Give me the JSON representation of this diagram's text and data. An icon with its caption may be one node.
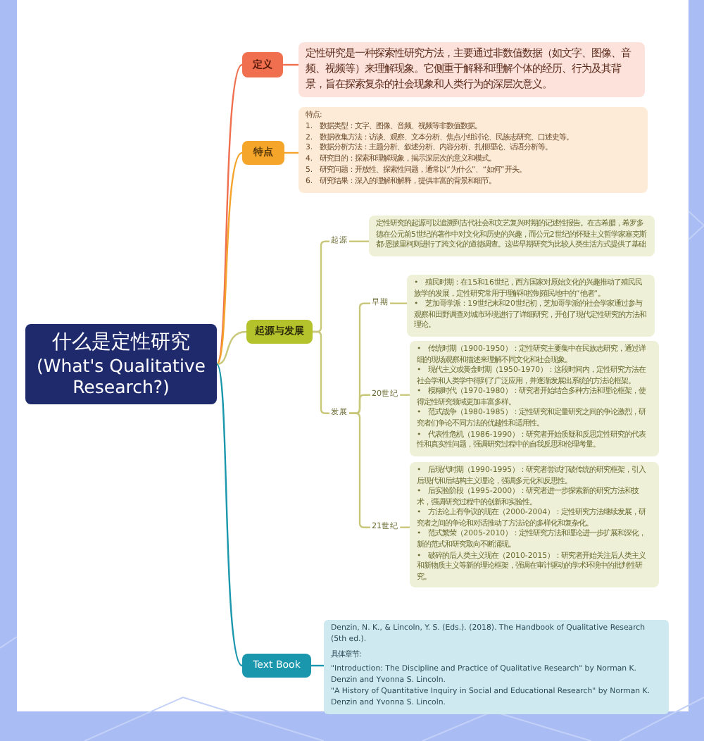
{
  "diagram": {
    "nodes": [
      {
        "text": [
          "什么是定性研究",
          "(What's Qualitative Research?)"
        ]
      },
      {
        "text": [
          "定义"
        ]
      },
      {
        "text": [
          "定性研究是一种探索性研究方法，主要通过非数值数据（如文字、图像、音频、视频等）来理解现象。它侧重于解释和理解个体的经历、行为及其背景，旨在探索复杂的社会现象和人类行为的深层次意义。"
        ]
      },
      {
        "text": [
          "特点"
        ]
      },
      {
        "text": [
          "特点:",
          "1.　数据类型：文字、图像、音频、视频等非数值数据。",
          "2.　数据收集方法：访谈、观察、文本分析、焦点小组讨论、民族志研究、口述史等。",
          "3.　数据分析方法：主题分析、叙述分析、内容分析、扎根理论、话语分析等。",
          "4.　研究目的：探索和理解现象，揭示深层次的意义和模式。",
          "5.　研究问题：开放性、探索性问题，通常以“为什么”、“如何”开头。",
          "6.　研究结果：深入的理解和解释，提供丰富的背景和细节。"
        ]
      },
      {
        "text": [
          "起源与发展"
        ]
      },
      {
        "text": [
          "起源"
        ]
      },
      {
        "text": [
          "定性研究的起源可以追溯到古代社会和文艺复兴时期的记述性报告。在古希腊，希罗多德在公元前5世纪的著作中对文化和历史的兴趣，而公元2世纪的怀疑主义哲学家塞克斯都·恩披里柯则进行了跨文化的道德调查。这些早期研究为比较人类生活方式提供了基础"
        ]
      },
      {
        "text": [
          "发展"
        ]
      },
      {
        "text": [
          "早期"
        ]
      },
      {
        "text": [
          "•　殖民时期：在15和16世纪，西方国家对原始文化的兴趣推动了殖民民族学的发展，定性研究常用于理解和控制殖民地中的“他者”。",
          "•　芝加哥学派：19世纪末和20世纪初，芝加哥学派的社会学家通过参与观察和田野调查对城市环境进行了详细研究，开创了现代定性研究的方法和理论。"
        ]
      },
      {
        "text": [
          "20世纪"
        ]
      },
      {
        "text": [
          "•　传统时期（1900-1950）：定性研究主要集中在民族志研究，通过详细的现场观察和描述来理解不同文化和社会现象。",
          "•　现代主义或黄金时期（1950-1970）：这段时间内，定性研究方法在社会学和人类学中得到了广泛应用，并逐渐发展出系统的方法论框架。",
          "•　模糊时代（1970-1980）：研究者开始结合多种方法和理论框架，使得定性研究领域更加丰富多样。",
          "•　范式战争（1980-1985）：定性研究和定量研究之间的争论激烈，研究者们争论不同方法的优越性和适用性。",
          "•　代表性危机（1986-1990）：研究者开始质疑和反思定性研究的代表性和真实性问题，强调研究过程中的自我反思和伦理考量。"
        ]
      },
      {
        "text": [
          "21世纪"
        ]
      },
      {
        "text": [
          "•　后现代时期（1990-1995）：研究者尝试打破传统的研究框架，引入后现代和后结构主义理论，强调多元化和反思性。",
          "•　后实验阶段（1995-2000）：研究者进一步探索新的研究方法和技术，强调研究过程中的创新和实验性。",
          "•　方法论上有争议的现在（2000-2004）：定性研究方法继续发展，研究者之间的争论和对话推动了方法论的多样化和复杂化。",
          "•　范式繁荣（2005-2010）：定性研究方法和理论进一步扩展和深化，新的范式和研究取向不断涌现。",
          "•　破碎的后人类主义现在（2010-2015）：研究者开始关注后人类主义和新物质主义等新的理论框架，强调在审计驱动的学术环境中的批判性研究。"
        ]
      },
      {
        "text": [
          "Text Book"
        ]
      },
      {
        "text": [
          "Denzin, N. K., & Lincoln, Y. S. (Eds.). (2018). The Handbook of Qualitative Research (5th ed.).",
          "具体章节:",
          "\"Introduction: The Discipline and Practice of Qualitative Research\" by Norman K. Denzin and Yvonna S. Lincoln.",
          "\"A History of Quantitative Inquiry in Social and Educational Research\" by Norman K. Denzin and Yvonna S. Lincoln."
        ]
      }
    ],
    "edges": [
      {
        "from": 0,
        "to": 1,
        "arrow": "none",
        "color": "#ef6f4f"
      },
      {
        "from": 1,
        "to": 2,
        "arrow": "none",
        "color": "#ef6f4f"
      },
      {
        "from": 0,
        "to": 3,
        "arrow": "none",
        "color": "#f4a42c"
      },
      {
        "from": 3,
        "to": 4,
        "arrow": "none",
        "color": "#f4a42c"
      },
      {
        "from": 0,
        "to": 5,
        "arrow": "none"
      },
      {
        "from": 5,
        "to": 6,
        "arrow": "none"
      },
      {
        "from": 6,
        "to": 7,
        "arrow": "none"
      },
      {
        "from": 5,
        "to": 8,
        "arrow": "none"
      },
      {
        "from": 8,
        "to": 9,
        "arrow": "none"
      },
      {
        "from": 9,
        "to": 10,
        "arrow": "none"
      },
      {
        "from": 8,
        "to": 11,
        "arrow": "none"
      },
      {
        "from": 11,
        "to": 12,
        "arrow": "none"
      },
      {
        "from": 8,
        "to": 13,
        "arrow": "none"
      },
      {
        "from": 13,
        "to": 14,
        "arrow": "none"
      },
      {
        "from": 0,
        "to": 15,
        "arrow": "none",
        "color": "#1a97ad"
      },
      {
        "from": 15,
        "to": 16,
        "arrow": "none",
        "color": "#1a97ad"
      }
    ]
  }
}
